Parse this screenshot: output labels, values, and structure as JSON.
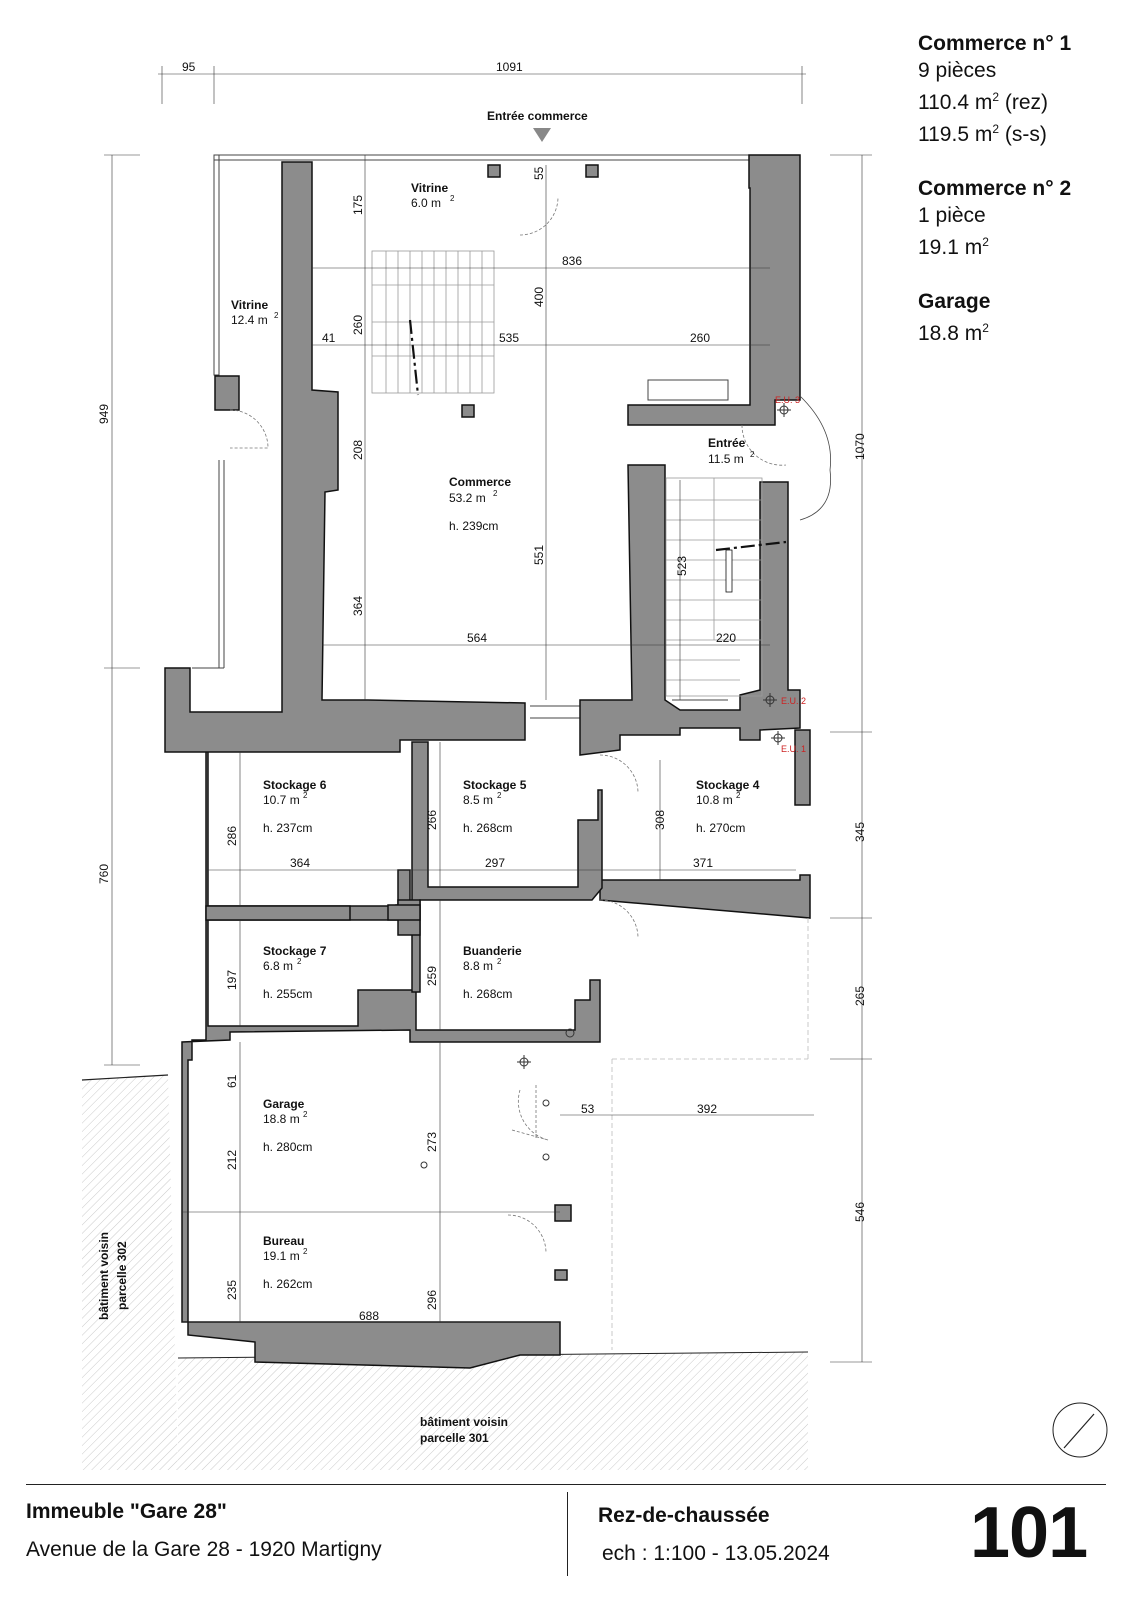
{
  "summary": [
    {
      "title": "Commerce n° 1",
      "lines": [
        {
          "t": "9 pièces"
        },
        {
          "t": "110.4 m",
          "sup": "2",
          "after": " (rez)"
        },
        {
          "t": "119.5 m",
          "sup": "2",
          "after": " (s-s)"
        }
      ]
    },
    {
      "title": "Commerce n° 2",
      "lines": [
        {
          "t": "1 pièce"
        },
        {
          "t": "19.1 m",
          "sup": "2",
          "after": ""
        }
      ]
    },
    {
      "title": "Garage",
      "lines": [
        {
          "t": "18.8 m",
          "sup": "2",
          "after": ""
        }
      ]
    }
  ],
  "entrance_label": "Entrée commerce",
  "rooms": {
    "vitrine_top": {
      "name": "Vitrine",
      "area": "6.0 m",
      "height": ""
    },
    "vitrine_left": {
      "name": "Vitrine",
      "area": "12.4 m",
      "height": ""
    },
    "commerce": {
      "name": "Commerce",
      "area": "53.2 m",
      "height": "h. 239cm"
    },
    "entree": {
      "name": "Entrée",
      "area": "11.5 m",
      "height": ""
    },
    "stockage6": {
      "name": "Stockage 6",
      "area": "10.7 m",
      "height": "h. 237cm"
    },
    "stockage5": {
      "name": "Stockage 5",
      "area": "8.5 m",
      "height": "h. 268cm"
    },
    "stockage4": {
      "name": "Stockage 4",
      "area": "10.8 m",
      "height": "h. 270cm"
    },
    "stockage7": {
      "name": "Stockage 7",
      "area": "6.8 m",
      "height": "h. 255cm"
    },
    "buanderie": {
      "name": "Buanderie",
      "area": "8.8 m",
      "height": "h. 268cm"
    },
    "garage": {
      "name": "Garage",
      "area": "18.8 m",
      "height": "h. 280cm"
    },
    "bureau": {
      "name": "Bureau",
      "area": "19.1 m",
      "height": "h. 262cm"
    }
  },
  "area_sup": "2",
  "dimensions": {
    "top_95": "95",
    "top_1091": "1091",
    "d175": "175",
    "d55": "55",
    "d836": "836",
    "d400": "400",
    "d260v": "260",
    "d41": "41",
    "d535": "535",
    "d260h": "260",
    "d208": "208",
    "d551": "551",
    "d364v": "364",
    "d564": "564",
    "d523": "523",
    "d220": "220",
    "d949": "949",
    "d1070": "1070",
    "d286": "286",
    "d364h": "364",
    "d266": "266",
    "d297": "297",
    "d308": "308",
    "d371": "371",
    "d345": "345",
    "d760": "760",
    "d197": "197",
    "d259": "259",
    "d265": "265",
    "d61": "61",
    "d53": "53",
    "d392": "392",
    "d212": "212",
    "d273": "273",
    "d546": "546",
    "d235": "235",
    "d296": "296",
    "d688": "688"
  },
  "eu_marks": {
    "eu3": "E.U. 3",
    "eu2": "E.U. 2",
    "eu1": "E.U. 1"
  },
  "neighbors": {
    "left": {
      "line1": "bâtiment voisin",
      "line2": "parcelle 302"
    },
    "bottom": {
      "line1": "bâtiment voisin",
      "line2": "parcelle 301"
    }
  },
  "colors": {
    "wall": "#8c8c8c",
    "eu": "#cc2222",
    "hatch": "#b8b8b8"
  },
  "footer": {
    "title": "Immeuble \"Gare 28\"",
    "address": "Avenue de la Gare 28 - 1920 Martigny",
    "sheet": "Rez-de-chaussée",
    "scale": "ech : 1:100 - 13.05.2024",
    "number": "101"
  }
}
